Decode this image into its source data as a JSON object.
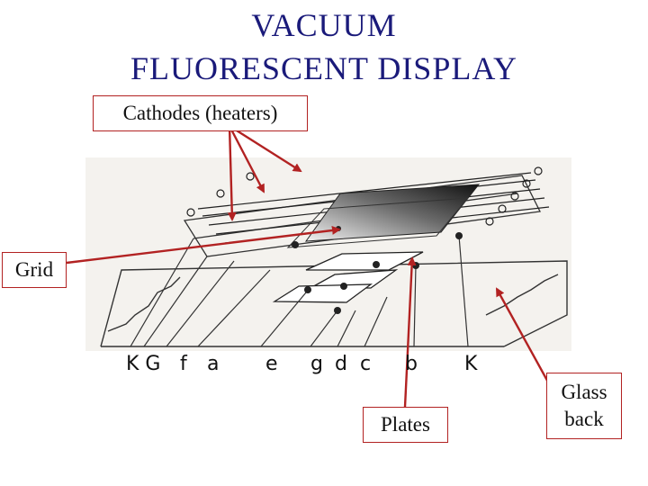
{
  "title": {
    "line1": "VACUUM",
    "line2": "FLUORESCENT  DISPLAY"
  },
  "labels": {
    "cathodes": "Cathodes (heaters)",
    "grid": "Grid",
    "plates": "Plates",
    "glass_line1": "Glass",
    "glass_line2": "back"
  },
  "pins": {
    "KG": "K G",
    "f": "f",
    "a": "a",
    "e": "e",
    "g": "g",
    "d": "d",
    "c": "c",
    "b": "b",
    "K": "K"
  },
  "colors": {
    "title": "#1a1a7a",
    "arrow": "#b22222",
    "box_border": "#b22222"
  }
}
